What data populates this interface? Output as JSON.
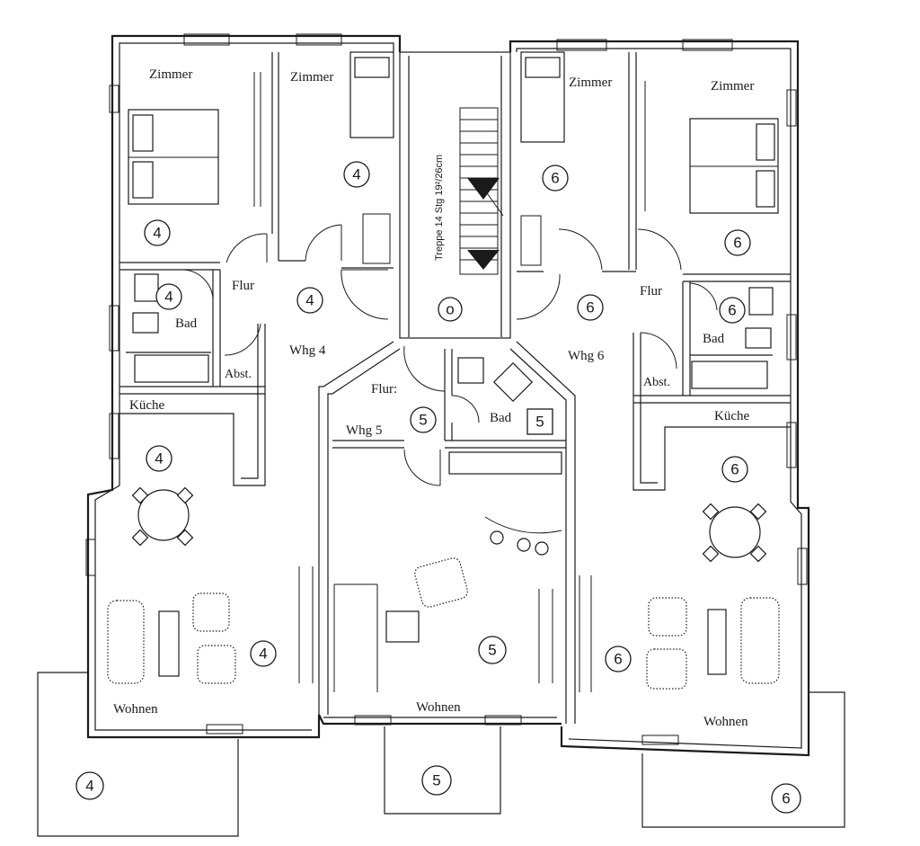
{
  "rooms": {
    "zimmer_1": "Zimmer",
    "zimmer_2": "Zimmer",
    "zimmer_3": "Zimmer",
    "zimmer_4": "Zimmer",
    "flur_left": "Flur",
    "flur_right": "Flur",
    "flur_mid": "Flur:",
    "bad_left": "Bad",
    "bad_mid": "Bad",
    "bad_right": "Bad",
    "abst_left": "Abst.",
    "abst_right": "Abst.",
    "kueche_left": "Küche",
    "kueche_right": "Küche",
    "wohnen_left": "Wohnen",
    "wohnen_mid": "Wohnen",
    "wohnen_right": "Wohnen",
    "whg_4": "Whg 4",
    "whg_5": "Whg 5",
    "whg_6": "Whg 6"
  },
  "stair_label": "Treppe 14 Stg 19²/26cm",
  "markers": {
    "m4_a": "4",
    "m4_b": "4",
    "m4_c": "4",
    "m4_d": "4",
    "m4_e": "4",
    "m4_f": "4",
    "m4_g": "4",
    "m5_a": "5",
    "m5_b": "5",
    "m5_c": "5",
    "m5_d": "5",
    "m6_a": "6",
    "m6_b": "6",
    "m6_c": "6",
    "m6_d": "6",
    "m6_e": "6",
    "m6_f": "6",
    "m6_g": "6",
    "m0": "o"
  }
}
